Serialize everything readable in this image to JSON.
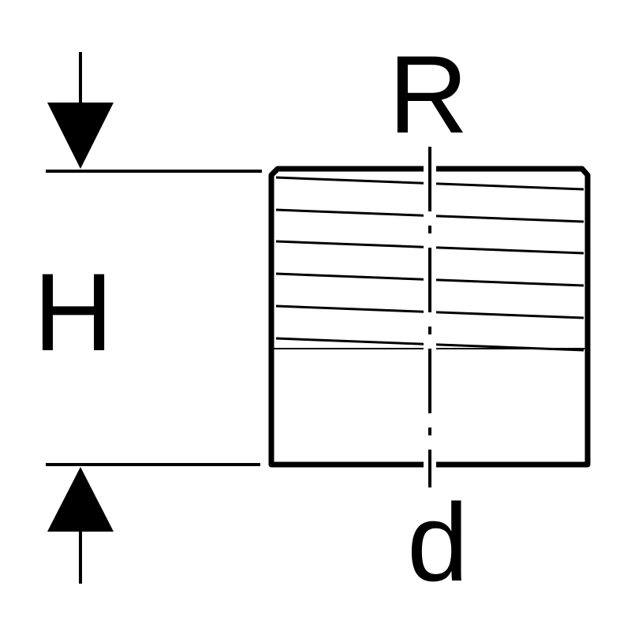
{
  "labels": {
    "height": "H",
    "thread": "R",
    "diameter": "d"
  },
  "colors": {
    "ink": "#000000",
    "background": "#ffffff"
  }
}
